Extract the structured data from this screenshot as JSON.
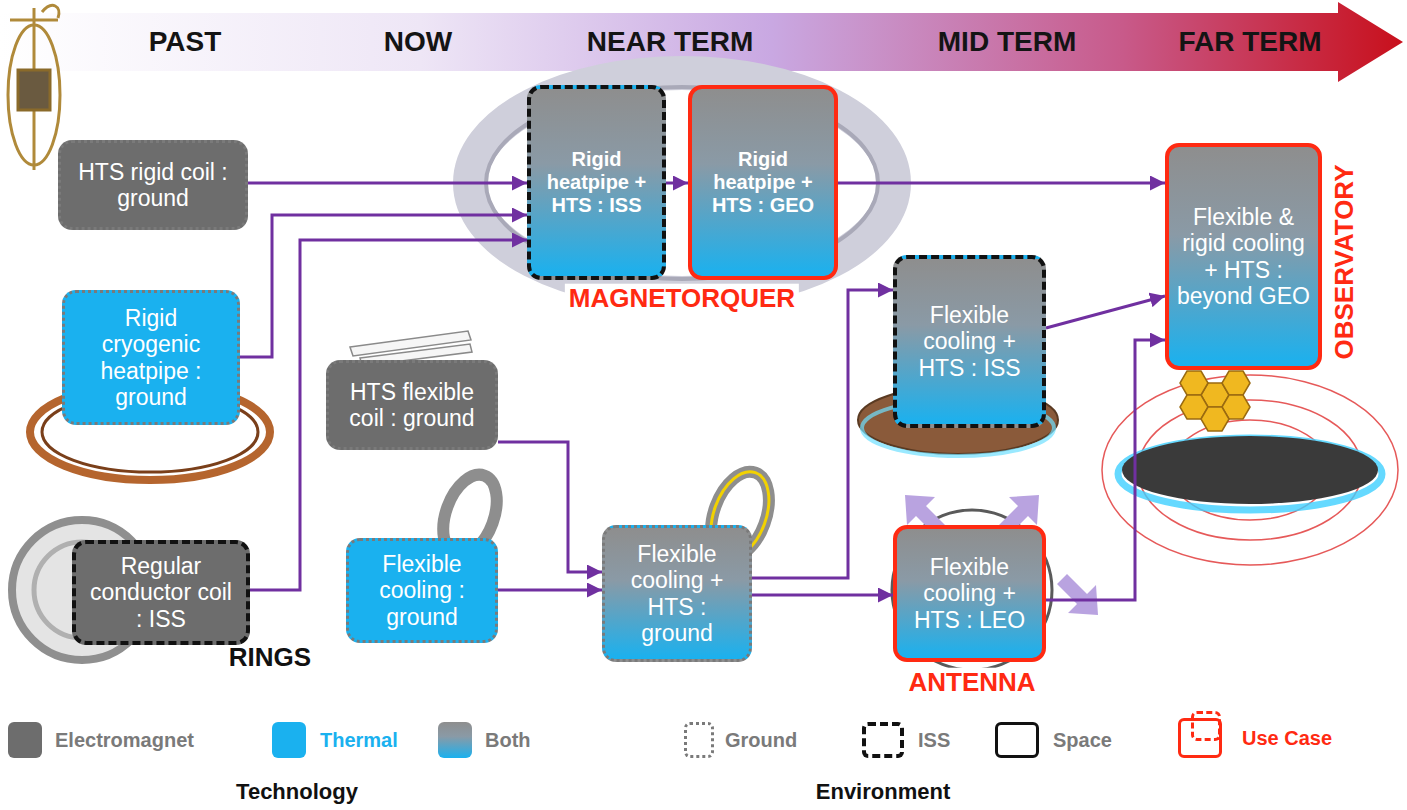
{
  "diagram": {
    "nodes": [
      {
        "text": [
          "HTS rigid coil : ground"
        ]
      },
      {
        "text": [
          "Rigid cryogenic heatpipe : ground"
        ]
      },
      {
        "text": [
          "Regular conductor coil : ISS"
        ]
      },
      {
        "text": [
          "HTS flexible coil : ground"
        ]
      },
      {
        "text": [
          "Flexible cooling : ground"
        ]
      },
      {
        "text": [
          "Rigid heatpipe + HTS : ISS"
        ]
      },
      {
        "text": [
          "Rigid heatpipe + HTS : GEO"
        ]
      },
      {
        "text": [
          "Flexible cooling + HTS : ground"
        ]
      },
      {
        "text": [
          "Flexible cooling + HTS : ISS"
        ]
      },
      {
        "text": [
          "Flexible cooling + HTS : LEO"
        ]
      },
      {
        "text": [
          "Flexible & rigid cooling + HTS : beyond GEO"
        ]
      }
    ],
    "edges": [
      {
        "from": 0,
        "to": 5,
        "arrow": "to"
      },
      {
        "from": 1,
        "to": 5,
        "arrow": "to"
      },
      {
        "from": 2,
        "to": 5,
        "arrow": "to"
      },
      {
        "from": 5,
        "to": 6,
        "arrow": "to"
      },
      {
        "from": 6,
        "to": 10,
        "arrow": "to"
      },
      {
        "from": 3,
        "to": 7,
        "arrow": "to"
      },
      {
        "from": 4,
        "to": 7,
        "arrow": "to"
      },
      {
        "from": 7,
        "to": 8,
        "arrow": "to"
      },
      {
        "from": 7,
        "to": 9,
        "arrow": "to"
      },
      {
        "from": 8,
        "to": 10,
        "arrow": "to"
      },
      {
        "from": 9,
        "to": 10,
        "arrow": "to"
      }
    ],
    "labels": [
      "PAST",
      "NOW",
      "NEAR TERM",
      "MID TERM",
      "FAR TERM",
      "MAGNETORQUER",
      "RINGS",
      "ANTENNA",
      "OBSERVATORY",
      "Technology",
      "Environment"
    ],
    "legend": [
      {
        "text": "Electromagnet",
        "color": "#6d6d6d"
      },
      {
        "text": "Thermal",
        "color": "#1ab1ef"
      },
      {
        "text": "Both"
      },
      {
        "text": "Ground"
      },
      {
        "text": "ISS"
      },
      {
        "text": "Space"
      },
      {
        "text": "Use Case"
      }
    ]
  }
}
